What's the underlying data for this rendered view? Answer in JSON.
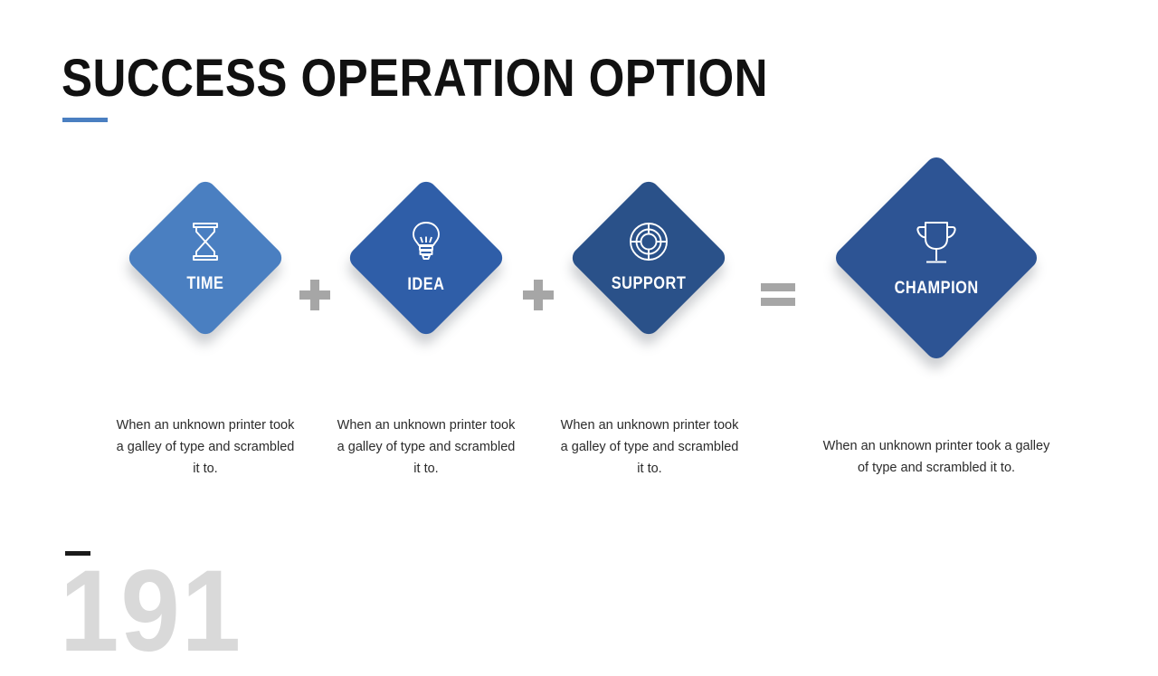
{
  "slide": {
    "title": "SUCCESS OPERATION OPTION",
    "accent_color": "#4a7fc1",
    "background_color": "#ffffff",
    "page_number": "191"
  },
  "diagram": {
    "operators": [
      {
        "name": "plus",
        "symbol": "+"
      },
      {
        "name": "plus",
        "symbol": "+"
      },
      {
        "name": "equals",
        "symbol": "="
      }
    ],
    "nodes": [
      {
        "label": "TIME",
        "icon": "hourglass-icon",
        "color": "#4a7fc1",
        "caption": "When an unknown printer took a galley of type and scrambled it to."
      },
      {
        "label": "IDEA",
        "icon": "lightbulb-icon",
        "color": "#2f5ea8",
        "caption": "When an unknown printer took a galley of type and scrambled it to."
      },
      {
        "label": "SUPPORT",
        "icon": "lifebuoy-icon",
        "color": "#2a5189",
        "caption": "When an unknown printer took a galley of type and scrambled it to."
      },
      {
        "label": "CHAMPION",
        "icon": "trophy-icon",
        "color": "#2d5494",
        "caption": "When an unknown printer took a galley of type and scrambled it to."
      }
    ]
  }
}
